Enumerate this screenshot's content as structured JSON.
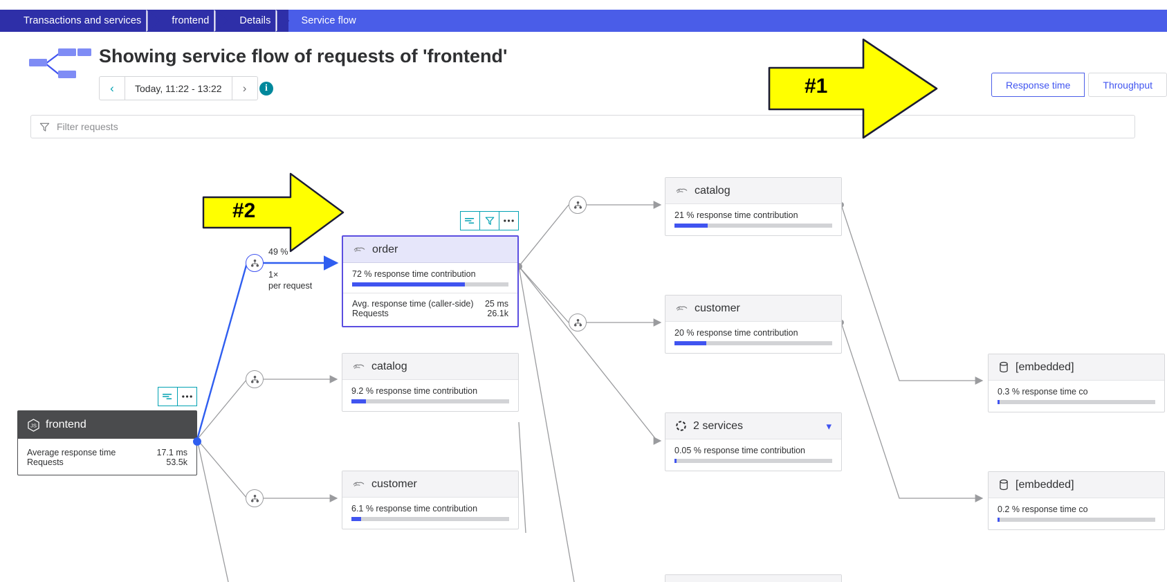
{
  "breadcrumb": {
    "items": [
      {
        "label": "Transactions and services",
        "active": false
      },
      {
        "label": "frontend",
        "active": false
      },
      {
        "label": "Details",
        "active": false
      },
      {
        "label": "Service flow",
        "active": true
      }
    ]
  },
  "header": {
    "title": "Showing service flow of requests of 'frontend'",
    "timepicker": {
      "prev": "‹",
      "value": "Today, 11:22 - 13:22",
      "next": "›"
    },
    "info_tooltip": "i",
    "mode_toggle": {
      "selected": "Response time",
      "options": [
        "Response time",
        "Throughput"
      ]
    }
  },
  "filter": {
    "placeholder": "Filter requests",
    "value": ""
  },
  "callouts": [
    {
      "id": "1",
      "label": "#1"
    },
    {
      "id": "2",
      "label": "#2"
    }
  ],
  "graph": {
    "root": {
      "title": "frontend",
      "icon": "nodejs-icon",
      "metrics": [
        {
          "label": "Average response time",
          "value": "17.1 ms"
        },
        {
          "label": "Requests",
          "value": "53.5k"
        }
      ]
    },
    "edge_labels": {
      "percent": "49 %",
      "multiplier": "1×",
      "per_request": "per request"
    },
    "nodes": [
      {
        "id": "order",
        "title": "order",
        "icon": "tomcat-icon",
        "selected": true,
        "contribution_label": "72 % response time contribution",
        "contribution_pct": 72,
        "metrics": [
          {
            "label": "Avg. response time (caller-side)",
            "value": "25 ms"
          },
          {
            "label": "Requests",
            "value": "26.1k"
          }
        ]
      },
      {
        "id": "catalog-mid",
        "title": "catalog",
        "icon": "tomcat-icon",
        "selected": false,
        "contribution_label": "9.2 % response time contribution",
        "contribution_pct": 9.2,
        "metrics": []
      },
      {
        "id": "customer-mid",
        "title": "customer",
        "icon": "tomcat-icon",
        "selected": false,
        "contribution_label": "6.1 % response time contribution",
        "contribution_pct": 6.1,
        "metrics": []
      },
      {
        "id": "catalog-right",
        "title": "catalog",
        "icon": "tomcat-icon",
        "selected": false,
        "contribution_label": "21 % response time contribution",
        "contribution_pct": 21,
        "metrics": []
      },
      {
        "id": "customer-right",
        "title": "customer",
        "icon": "tomcat-icon",
        "selected": false,
        "contribution_label": "20 % response time contribution",
        "contribution_pct": 20,
        "metrics": []
      },
      {
        "id": "two-services",
        "title": "2 services",
        "icon": "group-services-icon",
        "selected": false,
        "expandable": true,
        "contribution_label": "0.05 % response time contribution",
        "contribution_pct": 0.05,
        "metrics": []
      },
      {
        "id": "embedded-top",
        "title": "[embedded]",
        "icon": "database-icon",
        "selected": false,
        "contribution_label": "0.3 % response time co",
        "contribution_pct": 0.3,
        "metrics": []
      },
      {
        "id": "embedded-bottom",
        "title": "[embedded]",
        "icon": "database-icon",
        "selected": false,
        "contribution_label": "0.2 % response time co",
        "contribution_pct": 0.2,
        "metrics": []
      }
    ],
    "node_toolbar": {
      "analyze": "analyze-icon",
      "filter": "filter-icon",
      "more": "more-icon"
    }
  },
  "colors": {
    "breadcrumb": "#2e2fa8",
    "breadcrumb_active": "#4a5de8",
    "accent_blue": "#4054f0",
    "teal": "#00a1b2",
    "selected_border": "#5b4ee0",
    "callout_yellow": "#ffff00",
    "dark_node": "#4a4b4d"
  }
}
